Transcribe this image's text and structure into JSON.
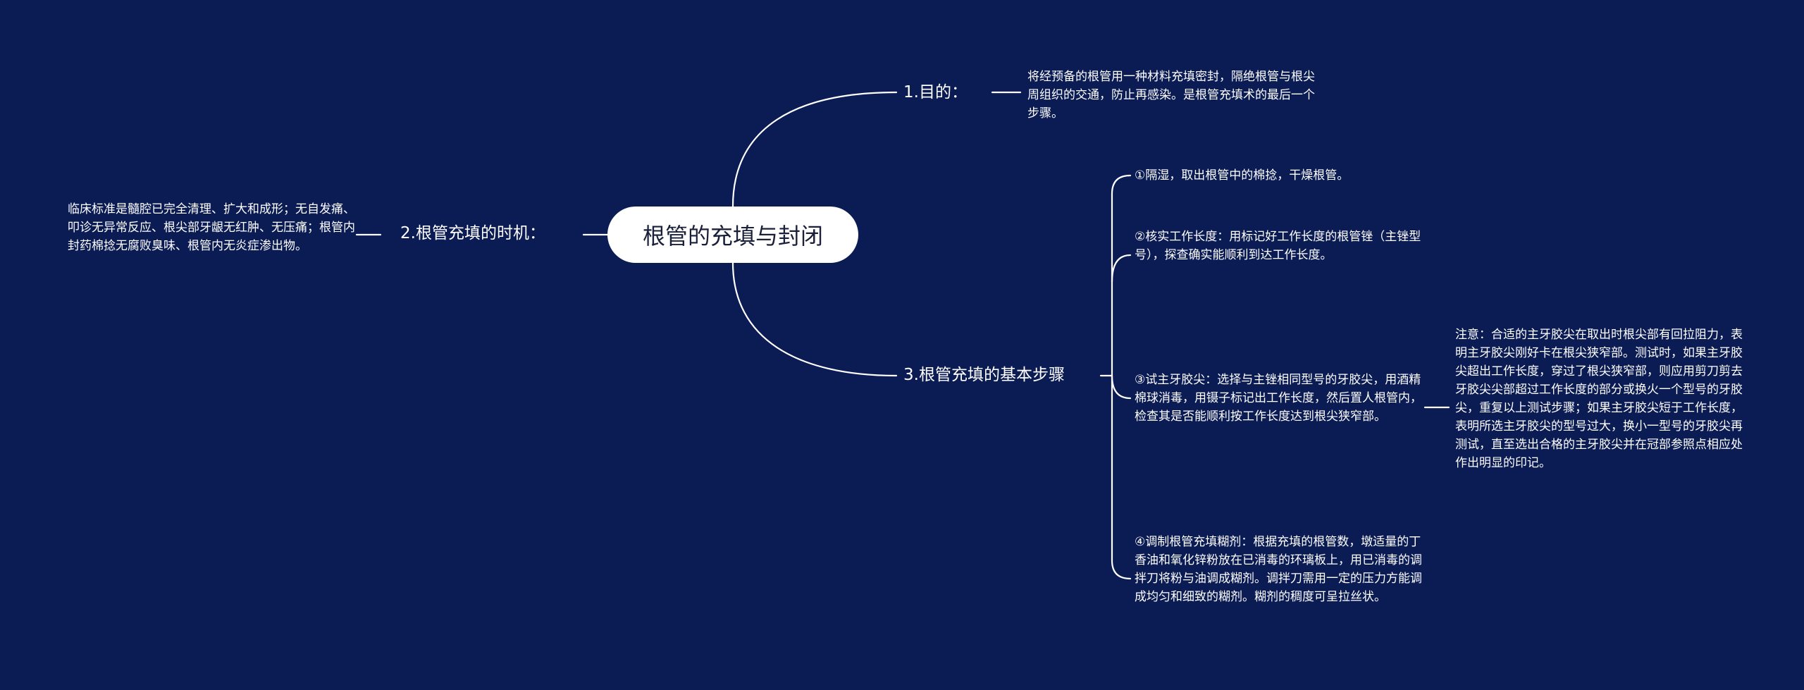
{
  "root": {
    "label": "根管的充填与封闭"
  },
  "purpose": {
    "label": "1.目的：",
    "text": "将经预备的根管用一种材料充填密封，隔绝根管与根尖周组织的交通，防止再感染。是根管充填术的最后一个步骤。"
  },
  "timing": {
    "label": "2.根管充填的时机：",
    "text": "临床标准是髓腔已完全清理、扩大和成形；无自发痛、叩诊无异常反应、根尖部牙龈无红肿、无压痛；根管内封药棉捻无腐败臭味、根管内无炎症渗出物。"
  },
  "steps": {
    "label": "3.根管充填的基本步骤",
    "items": [
      "①隔湿，取出根管中的棉捻，干燥根管。",
      "②核实工作长度：用标记好工作长度的根管锉（主锉型号），探查确实能顺利到达工作长度。",
      "③试主牙胶尖：选择与主锉相同型号的牙胶尖，用酒精棉球消毒，用镊子标记出工作长度，然后置人根管内，检查其是否能顺利按工作长度达到根尖狭窄部。",
      "④调制根管充填糊剂：根据充填的根管数，墩适量的丁香油和氧化锌粉放在已消毒的环璃板上，用已消毒的调拌刀将粉与油调成糊剂。调拌刀需用一定的压力方能调成均匀和细致的糊剂。糊剂的稠度可呈拉丝状。"
    ],
    "note": "注意：合适的主牙胶尖在取出时根尖部有回拉阻力，表明主牙胶尖刚好卡在根尖狭窄部。测试时，如果主牙胶尖超出工作长度，穿过了根尖狭窄部，则应用剪刀剪去牙胶尖尖部超过工作长度的部分或换火一个型号的牙胶尖，重复以上测试步骤；如果主牙胶尖短于工作长度，表明所选主牙胶尖的型号过大，换小一型号的牙胶尖再测试，直至选出合格的主牙胶尖并在冠部参照点相应处作出明显的印记。"
  },
  "colors": {
    "background": "#0b1b53",
    "line": "#ffffff",
    "root_fill": "#ffffff",
    "root_text": "#1a1f3a"
  }
}
